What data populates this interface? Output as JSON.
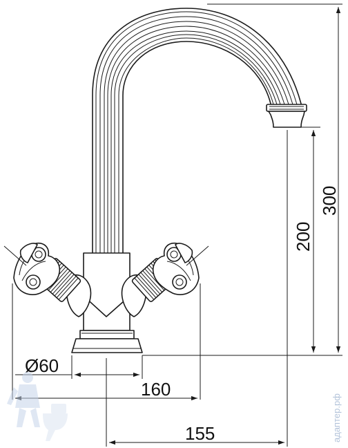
{
  "dimensions": {
    "diameter": "Ø60",
    "width_handles": "160",
    "reach": "155",
    "spout_height": "200",
    "total_height": "300"
  },
  "watermark": {
    "text": "адаптер.рф",
    "color": "#9fb4d0"
  },
  "colors": {
    "line": "#1a1a1a",
    "background": "#ffffff"
  }
}
